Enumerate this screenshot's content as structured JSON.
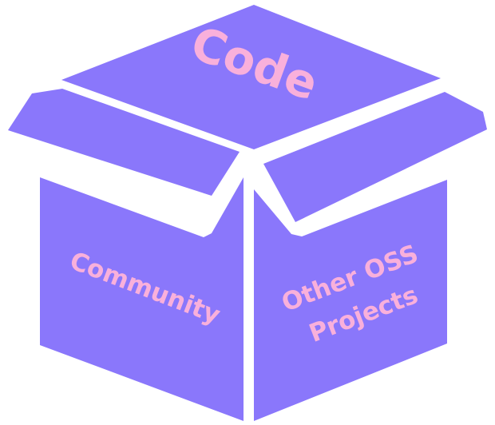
{
  "diagram": {
    "top_label": "Code",
    "left_label": "Community",
    "right_label_line1": "Other OSS",
    "right_label_line2": "Projects"
  },
  "colors": {
    "box_fill": "#8a77fb",
    "label_color": "#f9b0db",
    "background": "#ffffff"
  }
}
